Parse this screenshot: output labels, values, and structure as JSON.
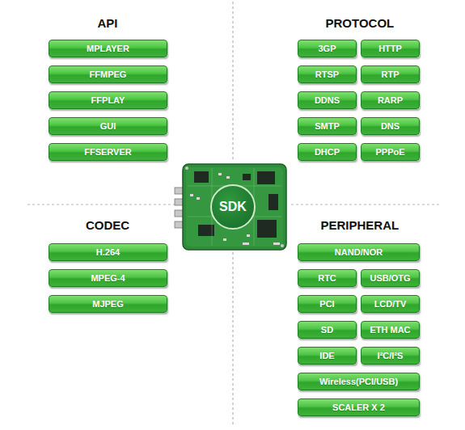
{
  "diagram": {
    "nodes": [
      {
        "text": [
          "MPLAYER"
        ]
      },
      {
        "text": [
          "FFMPEG"
        ]
      },
      {
        "text": [
          "FFPLAY"
        ]
      },
      {
        "text": [
          "GUI"
        ]
      },
      {
        "text": [
          "FFSERVER"
        ]
      },
      {
        "text": [
          "3GP"
        ]
      },
      {
        "text": [
          "HTTP"
        ]
      },
      {
        "text": [
          "RTSP"
        ]
      },
      {
        "text": [
          "RTP"
        ]
      },
      {
        "text": [
          "DDNS"
        ]
      },
      {
        "text": [
          "RARP"
        ]
      },
      {
        "text": [
          "SMTP"
        ]
      },
      {
        "text": [
          "DNS"
        ]
      },
      {
        "text": [
          "DHCP"
        ]
      },
      {
        "text": [
          "PPPoE"
        ]
      },
      {
        "text": [
          "SDK"
        ]
      },
      {
        "text": [
          "H.264"
        ]
      },
      {
        "text": [
          "MPEG-4"
        ]
      },
      {
        "text": [
          "MJPEG"
        ]
      },
      {
        "text": [
          "NAND/NOR"
        ]
      },
      {
        "text": [
          "RTC"
        ]
      },
      {
        "text": [
          "USB/OTG"
        ]
      },
      {
        "text": [
          "PCI"
        ]
      },
      {
        "text": [
          "LCD/TV"
        ]
      },
      {
        "text": [
          "SD"
        ]
      },
      {
        "text": [
          "ETH MAC"
        ]
      },
      {
        "text": [
          "IDE"
        ]
      },
      {
        "text": [
          "I²C/I²S"
        ]
      },
      {
        "text": [
          "Wireless(PCI/USB)"
        ]
      },
      {
        "text": [
          "SCALER X 2"
        ]
      }
    ],
    "labels": [
      "API",
      "PROTOCOL",
      "CODEC",
      "PERIPHERAL"
    ]
  }
}
